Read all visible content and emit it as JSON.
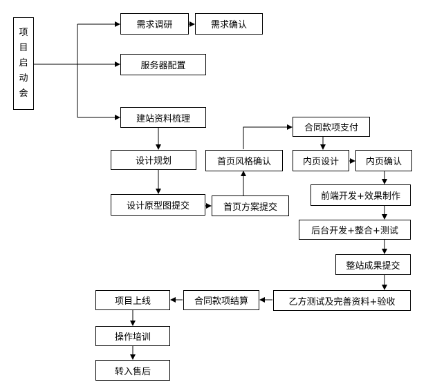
{
  "nodes": {
    "kickoff": [
      "项",
      "目",
      "启",
      "动",
      "会"
    ],
    "req_research": "需求调研",
    "req_confirm": "需求确认",
    "server_config": "服务器配置",
    "site_material": "建站资料梳理",
    "design_plan": "设计规划",
    "prototype_submit": "设计原型图提交",
    "home_proposal_submit": "首页方案提交",
    "home_style_confirm": "首页风格确认",
    "contract_payment": "合同款项支付",
    "inner_design": "内页设计",
    "inner_confirm": "内页确认",
    "frontend_dev": "前端开发+效果制作",
    "backend_dev": "后台开发+整合+测试",
    "site_submit": "整站成果提交",
    "client_test": "乙方测试及完善资料+验收",
    "contract_settle": "合同款项结算",
    "go_live": "项目上线",
    "training": "操作培训",
    "after_sales": "转入售后"
  }
}
